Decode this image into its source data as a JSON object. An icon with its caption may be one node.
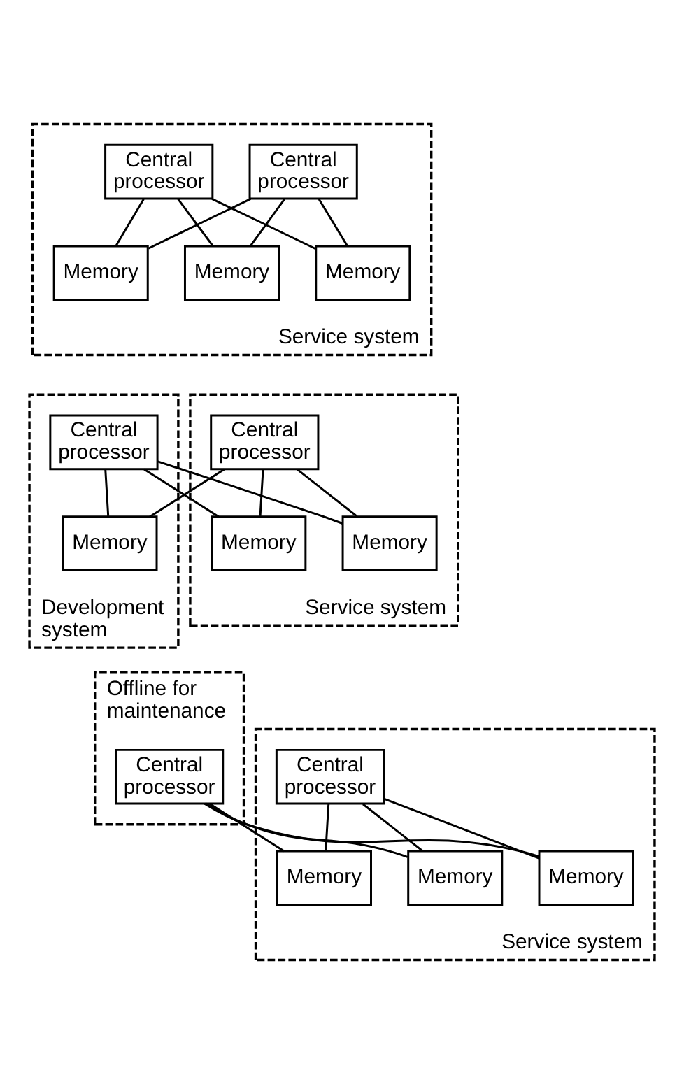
{
  "diagram": {
    "nodes": [
      {
        "text": [
          "Service system"
        ]
      },
      {
        "text": [
          "Central processor"
        ],
        "in": 0
      },
      {
        "text": [
          "Central processor"
        ],
        "in": 0
      },
      {
        "text": [
          "Memory"
        ],
        "in": 0
      },
      {
        "text": [
          "Memory"
        ],
        "in": 0
      },
      {
        "text": [
          "Memory"
        ],
        "in": 0
      },
      {
        "text": [
          "Development system"
        ]
      },
      {
        "text": [
          "Service system"
        ]
      },
      {
        "text": [
          "Central processor"
        ],
        "in": 6
      },
      {
        "text": [
          "Central processor"
        ],
        "in": 7
      },
      {
        "text": [
          "Memory"
        ],
        "in": 6
      },
      {
        "text": [
          "Memory"
        ],
        "in": 7
      },
      {
        "text": [
          "Memory"
        ],
        "in": 7
      },
      {
        "text": [
          "Offline for maintenance"
        ]
      },
      {
        "text": [
          "Service system"
        ]
      },
      {
        "text": [
          "Central processor"
        ],
        "in": 13
      },
      {
        "text": [
          "Central processor"
        ],
        "in": 14
      },
      {
        "text": [
          "Memory"
        ],
        "in": 14
      },
      {
        "text": [
          "Memory"
        ],
        "in": 14
      },
      {
        "text": [
          "Memory"
        ],
        "in": 14
      }
    ],
    "edges": [
      {
        "from": 1,
        "to": 3,
        "arrow": "none"
      },
      {
        "from": 1,
        "to": 4,
        "arrow": "none"
      },
      {
        "from": 1,
        "to": 5,
        "arrow": "none"
      },
      {
        "from": 2,
        "to": 3,
        "arrow": "none"
      },
      {
        "from": 2,
        "to": 4,
        "arrow": "none"
      },
      {
        "from": 2,
        "to": 5,
        "arrow": "none"
      },
      {
        "from": 8,
        "to": 10,
        "arrow": "none"
      },
      {
        "from": 8,
        "to": 11,
        "arrow": "none"
      },
      {
        "from": 8,
        "to": 12,
        "arrow": "none"
      },
      {
        "from": 9,
        "to": 10,
        "arrow": "none"
      },
      {
        "from": 9,
        "to": 11,
        "arrow": "none"
      },
      {
        "from": 9,
        "to": 12,
        "arrow": "none"
      },
      {
        "from": 15,
        "to": 17,
        "arrow": "none"
      },
      {
        "from": 15,
        "to": 18,
        "arrow": "none"
      },
      {
        "from": 15,
        "to": 19,
        "arrow": "none"
      },
      {
        "from": 16,
        "to": 17,
        "arrow": "none"
      },
      {
        "from": 16,
        "to": 18,
        "arrow": "none"
      },
      {
        "from": 16,
        "to": 19,
        "arrow": "none"
      }
    ]
  }
}
